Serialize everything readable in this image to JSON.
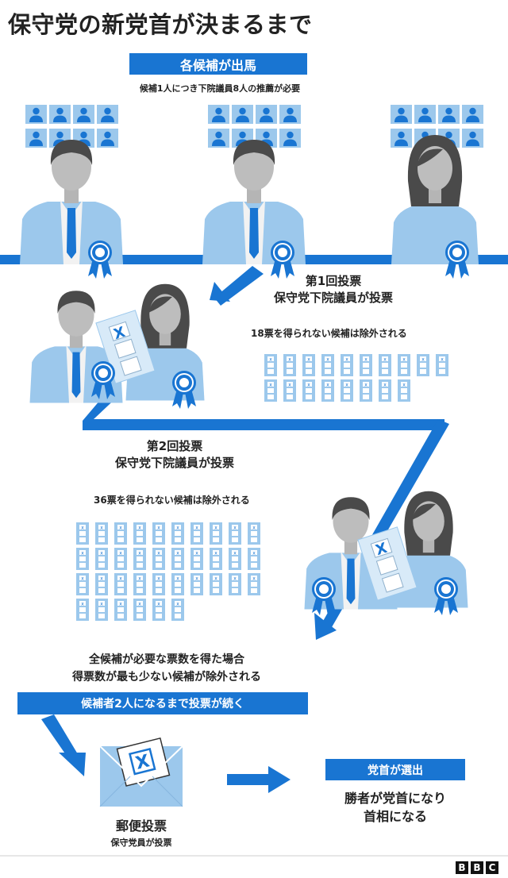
{
  "title": "保守党の新党首が決まるまで",
  "stage1": {
    "banner": "各候補が出馬",
    "note": "候補1人につき下院議員8人の推薦が必要"
  },
  "round1": {
    "heading": "第1回投票",
    "subheading": "保守党下院議員が投票",
    "threshold": "18票を得られない候補は除外される",
    "ballot_count": 18
  },
  "round2": {
    "heading": "第2回投票",
    "subheading": "保守党下院議員が投票",
    "threshold": "36票を得られない候補は除外される",
    "ballot_count": 36
  },
  "rule": {
    "line1": "全候補が必要な票数を得た場合",
    "line2": "得票数が最も少ない候補が除外される"
  },
  "continue_banner": "候補者2人になるまで投票が続く",
  "postal": {
    "heading": "郵便投票",
    "subheading": "保守党員が投票"
  },
  "result": {
    "banner": "党首が選出",
    "line1": "勝者が党首になり",
    "line2": "首相になる"
  },
  "ballot_mark": "X",
  "logo": [
    "B",
    "B",
    "C"
  ],
  "colors": {
    "blue": "#1975d2",
    "light_blue": "#9cc8ec",
    "grey_face": "#bdbdbd",
    "dark_hair": "#4a4a4a"
  }
}
